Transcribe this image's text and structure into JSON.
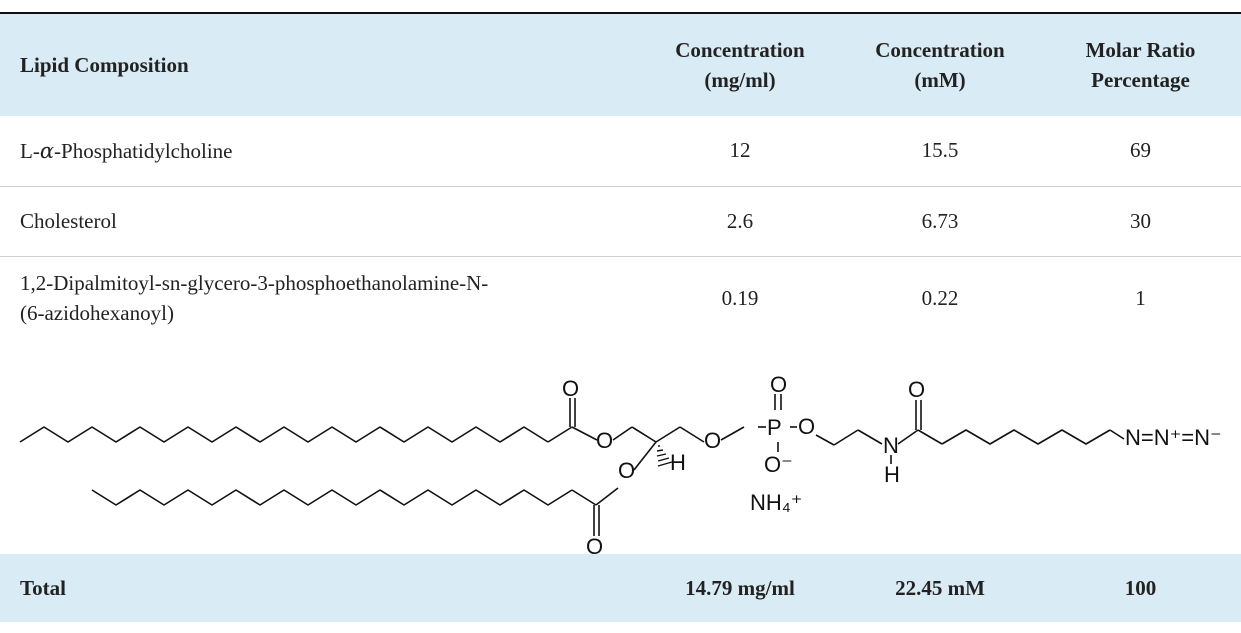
{
  "table": {
    "headers": {
      "composition": "Lipid Composition",
      "conc_mg_line1": "Concentration",
      "conc_mg_line2": "(mg/ml)",
      "conc_mm_line1": "Concentration",
      "conc_mm_line2": "(mM)",
      "molar_line1": "Molar Ratio",
      "molar_line2": "Percentage"
    },
    "rows": [
      {
        "name_prefix": "L-",
        "name_alpha": "α",
        "name_suffix": "-Phosphatidylcholine",
        "mg": "12",
        "mm": "15.5",
        "molar": "69"
      },
      {
        "name": "Cholesterol",
        "mg": "2.6",
        "mm": "6.73",
        "molar": "30"
      },
      {
        "name_line1": "1,2-Dipalmitoyl-sn-glycero-3-phosphoethanolamine-N-",
        "name_line2": "(6-azidohexanoyl)",
        "mg": "0.19",
        "mm": "0.22",
        "molar": "1"
      }
    ],
    "total": {
      "label": "Total",
      "mg": "14.79 mg/ml",
      "mm": "22.45 mM",
      "molar": "100"
    }
  },
  "structure": {
    "atom_o": "O",
    "atom_p": "P",
    "atom_n": "N",
    "atom_h": "H",
    "o_minus": "O⁻",
    "ammonium": "NH₄⁺",
    "azide": "N=N⁺=N⁻"
  }
}
